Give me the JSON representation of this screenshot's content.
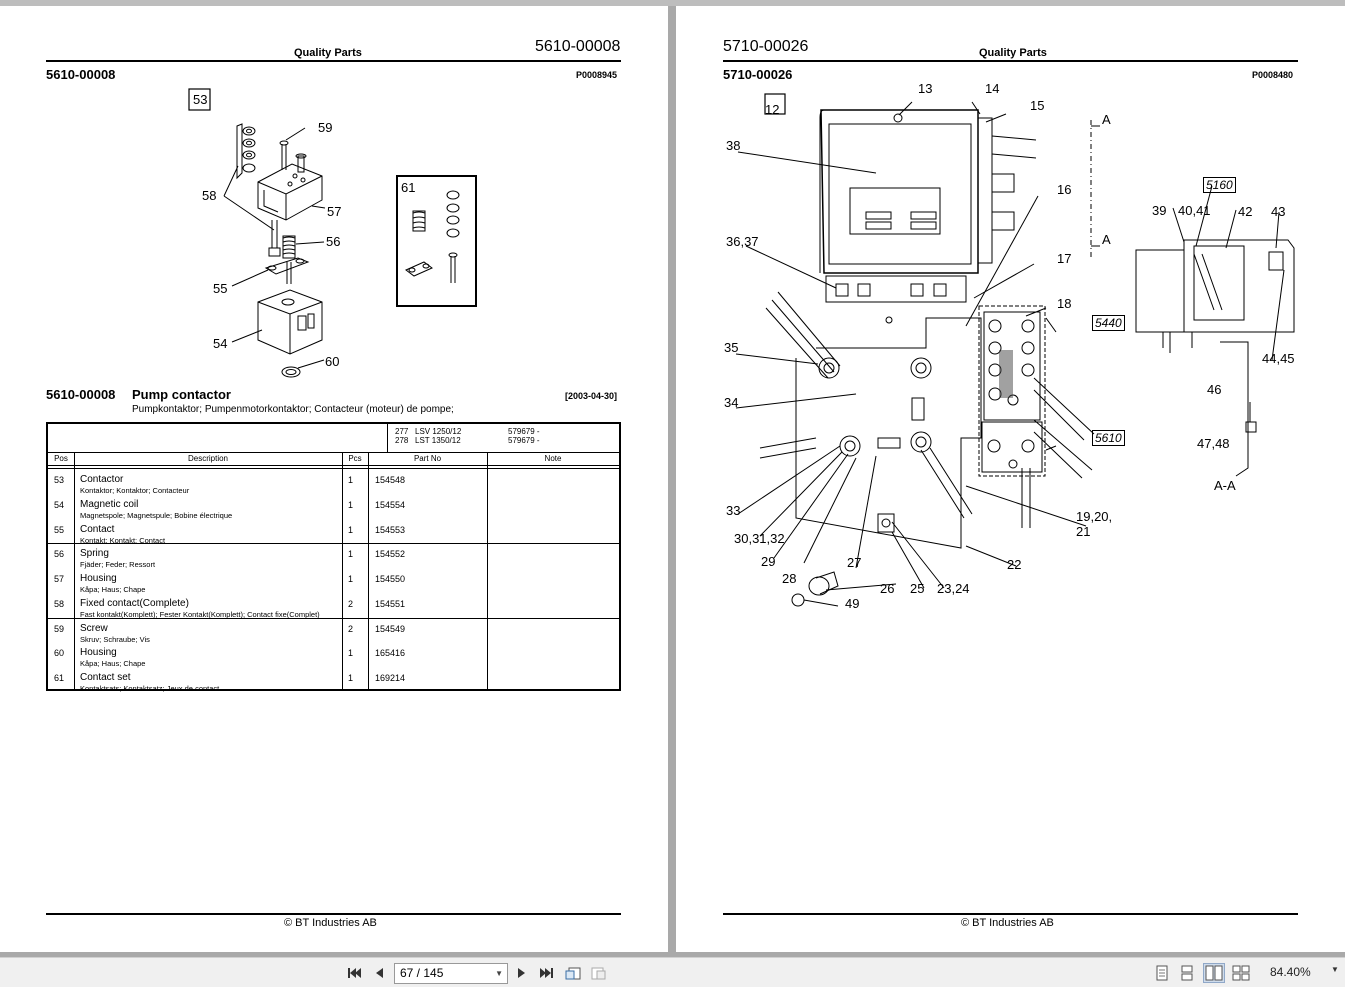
{
  "left_page": {
    "header_brand": "Quality Parts",
    "header_number": "5610-00008",
    "section_number": "5610-00008",
    "reference": "P0008945",
    "figure_callouts": [
      "53",
      "59",
      "58",
      "57",
      "56",
      "55",
      "54",
      "60",
      "61"
    ],
    "title_number": "5610-00008",
    "title": "Pump contactor",
    "date": "[2003-04-30]",
    "subtitle": "Pumpkontaktor; Pumpenmotorkontaktor; Contacteur (moteur) de pompe;",
    "models": [
      {
        "code": "277",
        "model": "LSV 1250/12",
        "serial": "579679 -"
      },
      {
        "code": "278",
        "model": "LST 1350/12",
        "serial": "579679 -"
      }
    ],
    "columns": {
      "pos": "Pos",
      "description": "Description",
      "pcs": "Pcs",
      "part_no": "Part No",
      "note": "Note"
    },
    "rows": [
      {
        "pos": "53",
        "desc": "Contactor",
        "sub": "Kontaktor; Kontaktor; Contacteur",
        "pcs": "1",
        "part": "154548"
      },
      {
        "pos": "54",
        "desc": "Magnetic coil",
        "sub": "Magnetspole; Magnetspule; Bobine électrique",
        "pcs": "1",
        "part": "154554"
      },
      {
        "pos": "55",
        "desc": "Contact",
        "sub": "Kontakt; Kontakt; Contact",
        "pcs": "1",
        "part": "154553"
      },
      {
        "pos": "56",
        "desc": "Spring",
        "sub": "Fjäder; Feder; Ressort",
        "pcs": "1",
        "part": "154552"
      },
      {
        "pos": "57",
        "desc": "Housing",
        "sub": "Kåpa; Haus; Chape",
        "pcs": "1",
        "part": "154550"
      },
      {
        "pos": "58",
        "desc": "Fixed contact(Complete)",
        "sub": "Fast kontakt(Komplett); Fester Kontakt(Komplett); Contact fixe(Complet)",
        "pcs": "2",
        "part": "154551"
      },
      {
        "pos": "59",
        "desc": "Screw",
        "sub": "Skruv; Schraube; Vis",
        "pcs": "2",
        "part": "154549"
      },
      {
        "pos": "60",
        "desc": "Housing",
        "sub": "Kåpa; Haus; Chape",
        "pcs": "1",
        "part": "165416"
      },
      {
        "pos": "61",
        "desc": "Contact set",
        "sub": "Kontaktsats; Kontaktsatz; Jeux de contact",
        "pcs": "1",
        "part": "169214"
      }
    ],
    "footer": "© BT Industries AB"
  },
  "right_page": {
    "header_number": "5710-00026",
    "header_brand": "Quality Parts",
    "section_number": "5710-00026",
    "reference": "P0008480",
    "figure_callouts": [
      "12",
      "13",
      "14",
      "15",
      "38",
      "16",
      "36,37",
      "17",
      "18",
      "35",
      "34",
      "33",
      "30,31,32",
      "29",
      "28",
      "27",
      "26",
      "25",
      "23,24",
      "22",
      "19,20,\n21",
      "49",
      "39",
      "40,41",
      "42",
      "43",
      "44,45",
      "46",
      "47,48"
    ],
    "boxed_refs": [
      "5160",
      "5440",
      "5610"
    ],
    "section_marks": [
      "A",
      "A",
      "A-A"
    ],
    "footer": "© BT Industries AB"
  },
  "toolbar": {
    "page_indicator": "67 / 145",
    "zoom": "84.40%",
    "first_icon": "first-page-icon",
    "prev_icon": "prev-page-icon",
    "next_icon": "next-page-icon",
    "last_icon": "last-page-icon"
  }
}
